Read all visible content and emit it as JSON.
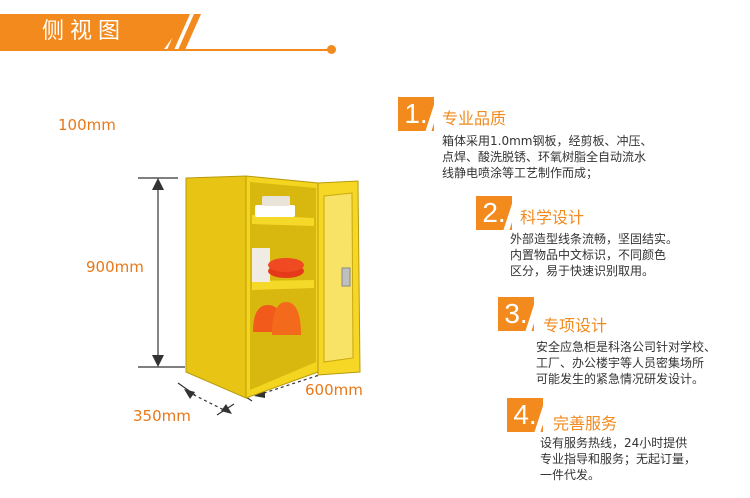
{
  "header": {
    "title": "侧视图"
  },
  "dimensions": {
    "top_label": "100mm",
    "height": "900mm",
    "width": "350mm",
    "depth": "600mm"
  },
  "features": [
    {
      "number": "1.",
      "title": "专业品质",
      "lines": [
        "箱体采用1.0mm钢板，经剪板、冲压、",
        "点焊、酸洗脱锈、环氧树脂全自动流水",
        "线静电喷涂等工艺制作而成；"
      ]
    },
    {
      "number": "2.",
      "title": "科学设计",
      "lines": [
        "外部造型线条流畅，坚固结实。",
        "内置物品中文标识，不同颜色",
        "区分，易于快速识别取用。"
      ]
    },
    {
      "number": "3.",
      "title": "专项设计",
      "lines": [
        "安全应急柜是科洛公司针对学校、",
        "工厂、办公楼宇等人员密集场所",
        "可能发生的紧急情况研发设计。"
      ]
    },
    {
      "number": "4.",
      "title": "完善服务",
      "lines": [
        "设有服务热线，24小时提供",
        "专业指导和服务；无起订量，",
        "一件代发。"
      ]
    }
  ],
  "colors": {
    "accent": "#f28a1e",
    "cabinet": "#f2d21c",
    "text": "#333333"
  }
}
